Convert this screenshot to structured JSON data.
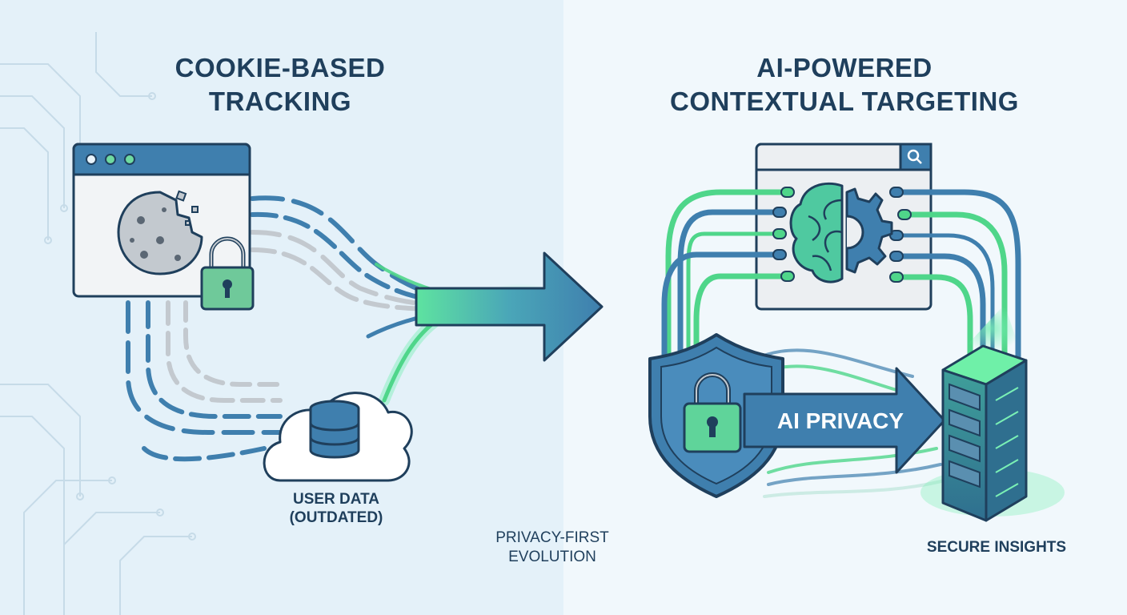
{
  "left": {
    "title_line1": "COOKIE-BASED",
    "title_line2": "TRACKING",
    "data_label_line1": "USER DATA",
    "data_label_line2": "(OUTDATED)"
  },
  "middle": {
    "caption_line1": "PRIVACY-FIRST",
    "caption_line2": "EVOLUTION"
  },
  "right": {
    "title_line1": "AI-POWERED",
    "title_line2": "CONTEXTUAL TARGETING",
    "arrow_label": "AI PRIVACY",
    "server_label": "SECURE INSIGHTS"
  },
  "colors": {
    "navy": "#1f3f5c",
    "blue": "#3f7fae",
    "green": "#4fd68a",
    "gray": "#c3c9cf"
  },
  "icons": [
    "browser-window-icon",
    "cookie-icon",
    "padlock-icon",
    "cloud-database-icon",
    "brain-icon",
    "gear-icon",
    "search-icon",
    "shield-icon",
    "server-icon",
    "arrow-icon"
  ]
}
